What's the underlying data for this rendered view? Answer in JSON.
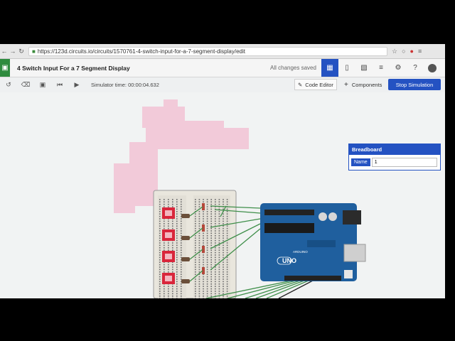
{
  "browser": {
    "url": "https://123d.circuits.io/circuits/1570761-4-switch-input-for-a-7-segment-display/edit",
    "back_icon": "arrow-left-icon",
    "forward_icon": "arrow-right-icon",
    "reload_icon": "reload-icon"
  },
  "app": {
    "project_title": "4 Switch Input For a 7 Segment Display",
    "save_status": "All changes saved"
  },
  "toolbar": {
    "simulator_time": "Simulator time: 00:00:04.632",
    "code_editor_label": "Code Editor",
    "components_label": "Components",
    "stop_simulation_label": "Stop Simulation"
  },
  "breadboard_panel": {
    "title": "Breadboard",
    "name_label": "Name",
    "name_value": "1"
  },
  "arduino": {
    "board_logo": "UNO",
    "brand_logo": "ARDUINO"
  },
  "colors": {
    "accent_blue": "#2452c2",
    "board_blue": "#1f5f9e",
    "wire_green": "#3f8f4a",
    "switch_red": "#d9263b",
    "artifact_pink": "#f4a9c4"
  }
}
